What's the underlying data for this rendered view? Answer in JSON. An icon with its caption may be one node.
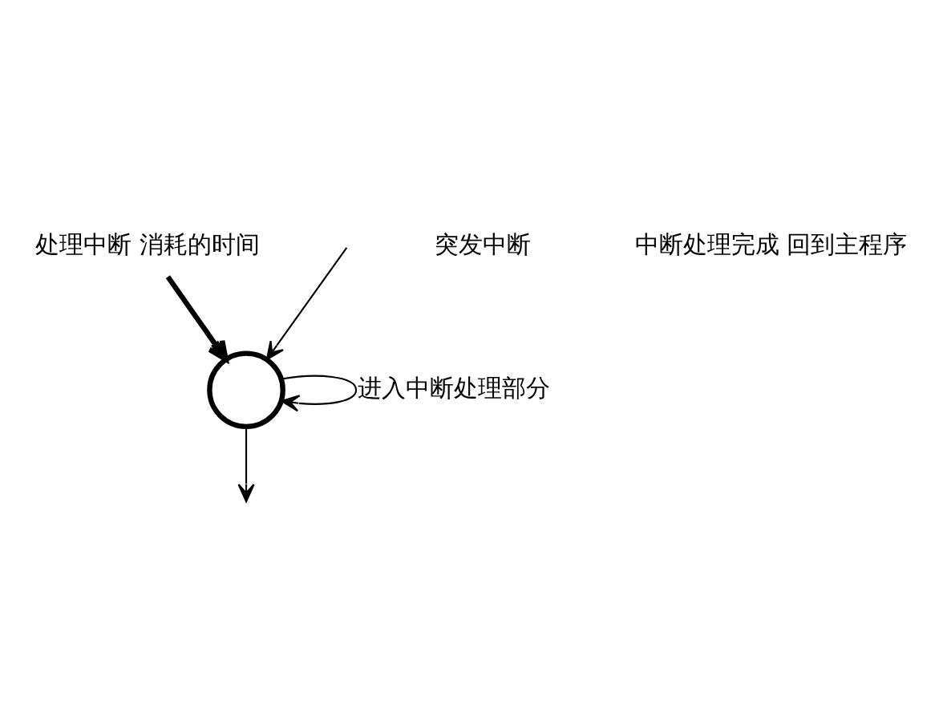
{
  "diagram": {
    "nodes": [
      {
        "text": [],
        "shape": "circle"
      },
      {
        "text": [
          "处理中断 消耗的时间"
        ]
      }
    ],
    "edges": [
      {
        "from": null,
        "to": 0,
        "arrow": "to"
      },
      {
        "from": 1,
        "to": 0,
        "arrow": "to",
        "style": "thick"
      },
      {
        "from": 0,
        "to": 0,
        "arrow": "to",
        "label": "进入中断处理部分"
      },
      {
        "from": 0,
        "to": null,
        "arrow": "to"
      }
    ],
    "labels": [
      "突发中断",
      "中断处理完成 回到主程序"
    ]
  }
}
